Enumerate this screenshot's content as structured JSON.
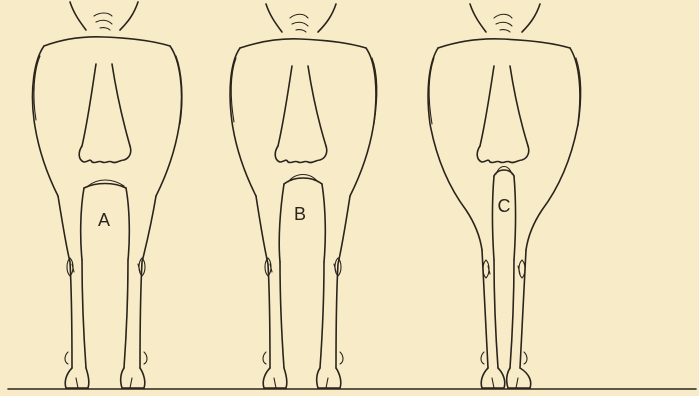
{
  "figure": {
    "labels": [
      "A",
      "B",
      "C"
    ],
    "ink_color": "#2a241c",
    "paper_color": "#f8ecc8"
  }
}
